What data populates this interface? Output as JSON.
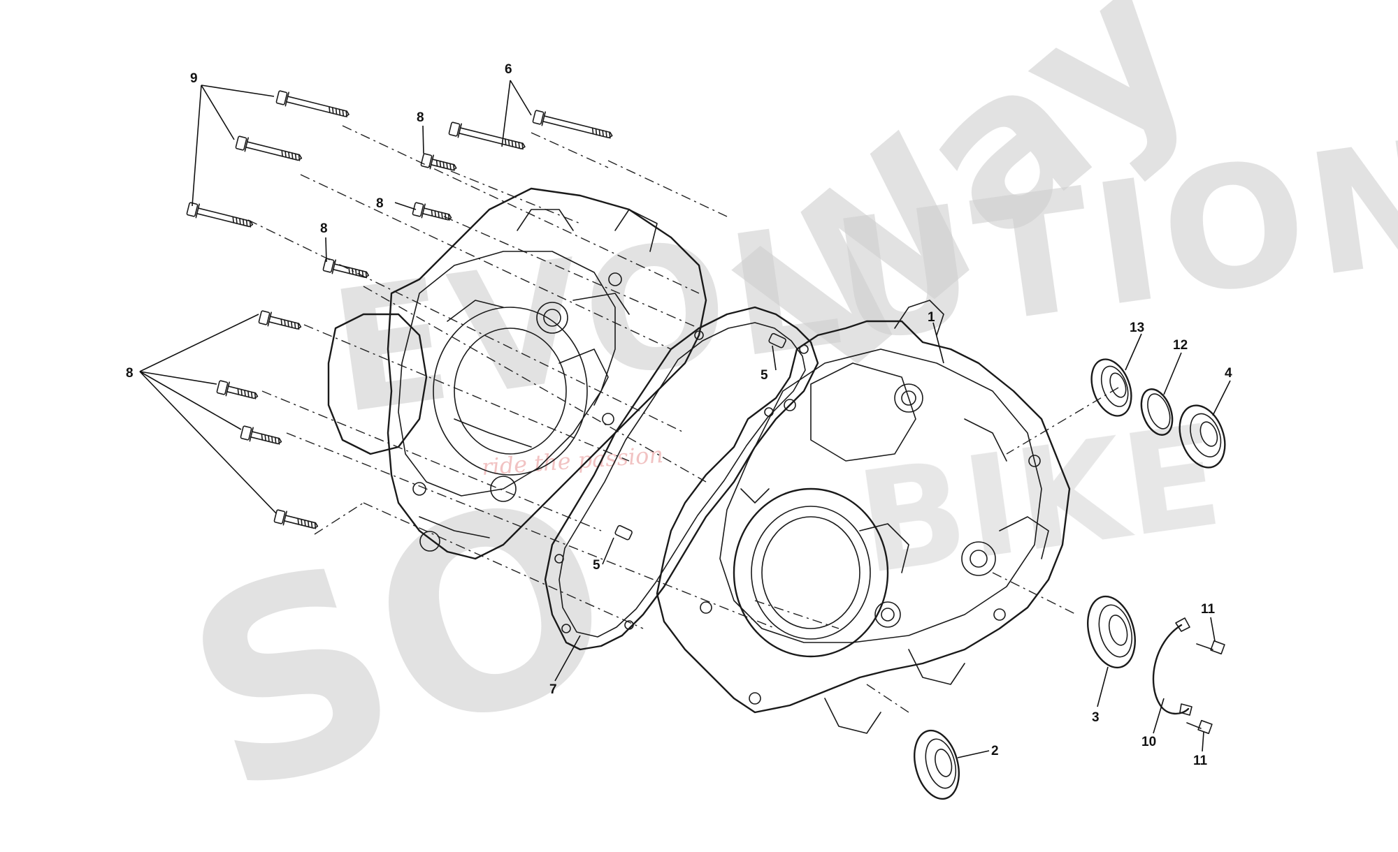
{
  "callouts": {
    "part_1": "1",
    "part_2": "2",
    "part_3": "3",
    "part_4": "4",
    "part_5": "5",
    "part_6": "6",
    "part_7": "7",
    "part_8": "8",
    "part_9": "9",
    "part_10": "10",
    "part_11": "11",
    "part_12": "12",
    "part_13": "13"
  },
  "watermark": {
    "text_a": "EVOLUTION",
    "text_b": "Way",
    "text_c": "SO",
    "text_d": "BIKE",
    "script": "ride the passion"
  }
}
